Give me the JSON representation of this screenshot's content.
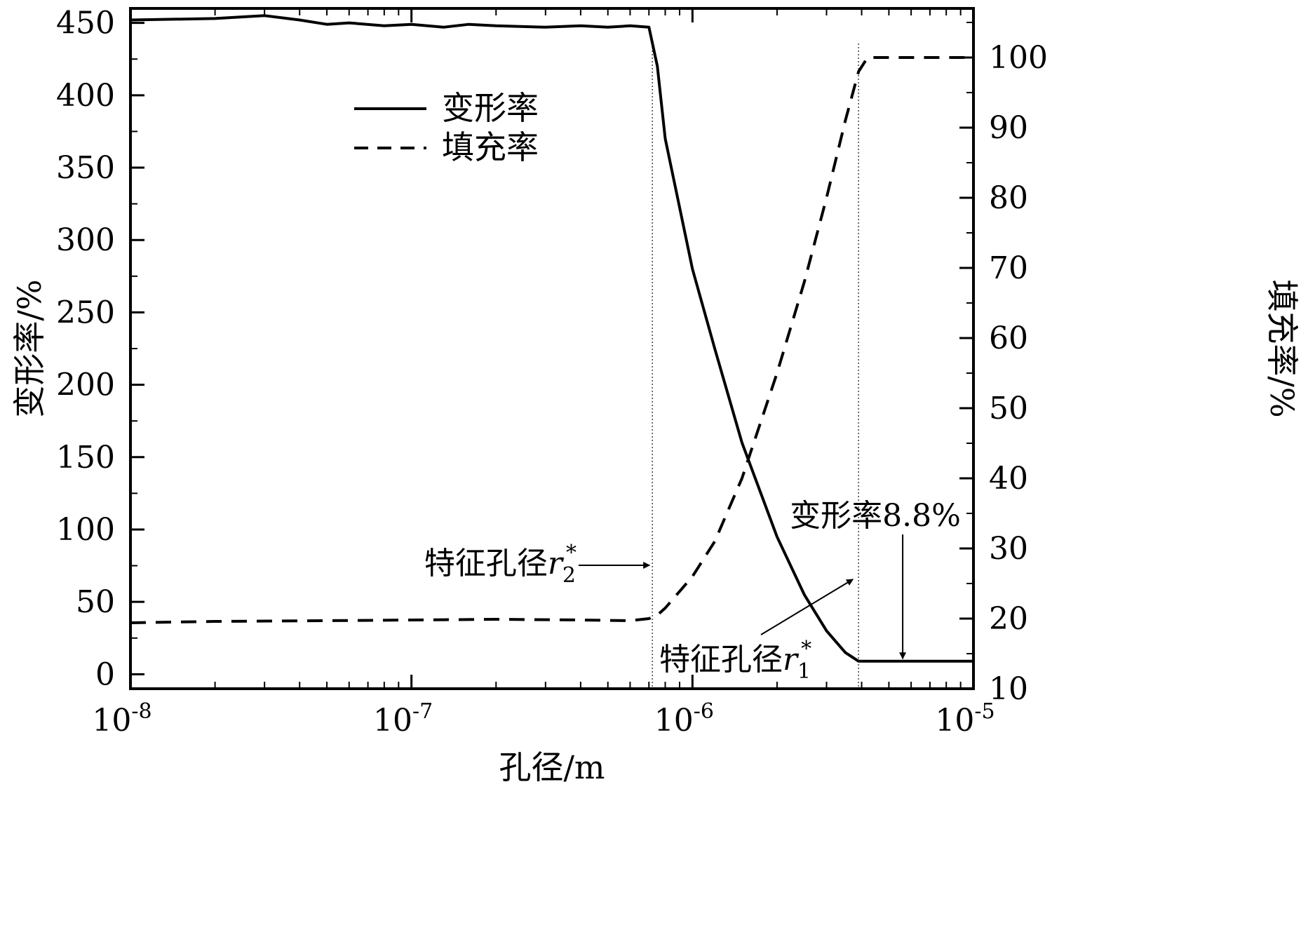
{
  "chart_data": {
    "type": "line",
    "xlabel": "孔径/m",
    "ylabel_left": "变形率/%",
    "ylabel_right": "填充率/%",
    "x_scale": "log",
    "xlim": [
      1e-08,
      1e-05
    ],
    "x_ticks": [
      {
        "value": 1e-08,
        "base": "10",
        "exp": "-8"
      },
      {
        "value": 1e-07,
        "base": "10",
        "exp": "-7"
      },
      {
        "value": 1e-06,
        "base": "10",
        "exp": "-6"
      },
      {
        "value": 1e-05,
        "base": "10",
        "exp": "-5"
      }
    ],
    "ylim_left": [
      -10,
      460
    ],
    "yticks_left": [
      "0",
      "50",
      "100",
      "150",
      "200",
      "250",
      "300",
      "350",
      "400",
      "450"
    ],
    "ylim_right": [
      10,
      107
    ],
    "yticks_right": [
      "10",
      "20",
      "30",
      "40",
      "50",
      "60",
      "70",
      "80",
      "90",
      "100"
    ],
    "legend": {
      "placement": "upper-center",
      "items": [
        {
          "label": "变形率",
          "style": "solid"
        },
        {
          "label": "填充率",
          "style": "dashed"
        }
      ]
    },
    "series": [
      {
        "name": "变形率",
        "axis": "left",
        "style": "solid",
        "x": [
          1e-08,
          2e-08,
          3e-08,
          4e-08,
          5e-08,
          6e-08,
          8e-08,
          1e-07,
          1.3e-07,
          1.6e-07,
          2e-07,
          3e-07,
          4e-07,
          5e-07,
          6e-07,
          7e-07,
          7.5e-07,
          8e-07,
          1e-06,
          1.2e-06,
          1.5e-06,
          2e-06,
          2.5e-06,
          3e-06,
          3.5e-06,
          3.9e-06,
          5e-06,
          7e-06,
          1e-05
        ],
        "y": [
          452,
          453,
          455,
          452,
          449,
          450,
          448,
          449,
          447,
          449,
          448,
          447,
          448,
          447,
          448,
          447,
          420,
          370,
          280,
          225,
          160,
          95,
          55,
          30,
          15,
          9,
          9,
          9,
          9
        ]
      },
      {
        "name": "填充率",
        "axis": "right",
        "style": "dashed",
        "x": [
          1e-08,
          2e-08,
          5e-08,
          1e-07,
          2e-07,
          4e-07,
          6e-07,
          7e-07,
          7.5e-07,
          8e-07,
          1e-06,
          1.2e-06,
          1.5e-06,
          2e-06,
          2.5e-06,
          3e-06,
          3.5e-06,
          3.9e-06,
          4.2e-06,
          5e-06,
          7e-06,
          1e-05
        ],
        "y": [
          19.4,
          19.6,
          19.7,
          19.8,
          19.9,
          19.8,
          19.7,
          20.0,
          20.5,
          21.5,
          26,
          31,
          40,
          55,
          68,
          80,
          91,
          98,
          100,
          100,
          100,
          100
        ]
      }
    ],
    "annotations": [
      {
        "text": "特征孔径",
        "var": "r",
        "sub": "2",
        "sup": "*",
        "x": 7.2e-07
      },
      {
        "text": "特征孔径",
        "var": "r",
        "sub": "1",
        "sup": "*",
        "x": 3.9e-06
      },
      {
        "text": "变形率8.8%",
        "x": 5.6e-06,
        "y": 8.8
      }
    ]
  }
}
